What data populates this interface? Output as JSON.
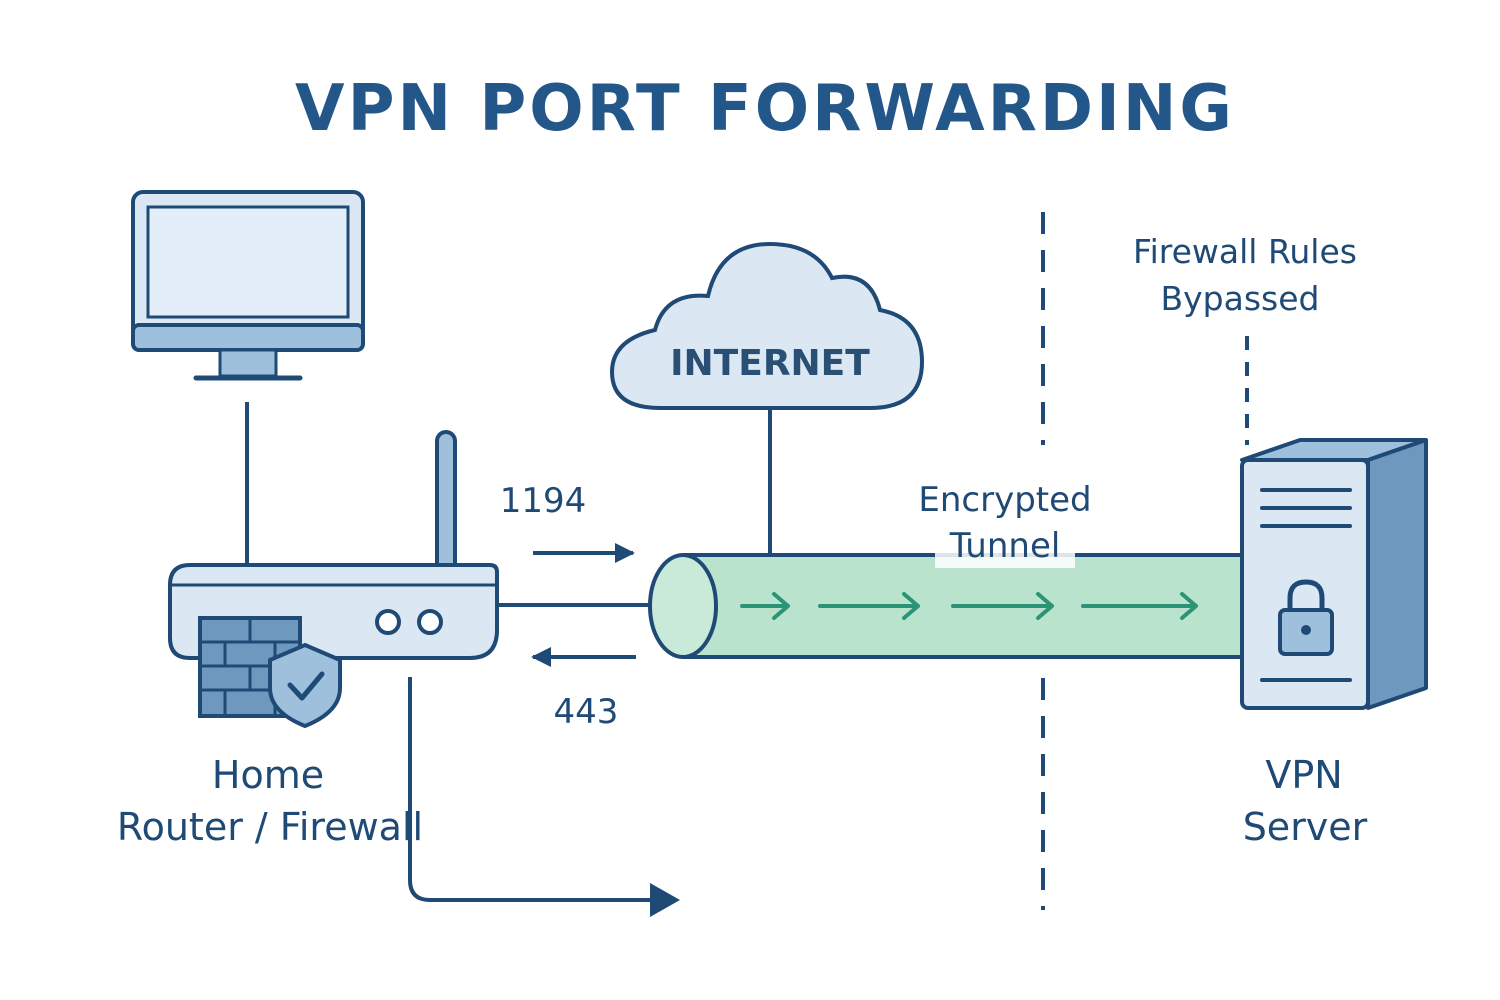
{
  "title": "VPN PORT FORWARDING",
  "router": {
    "label_line1": "Home",
    "label_line2": "Router / Firewall"
  },
  "cloud": {
    "label": "INTERNET"
  },
  "ports": {
    "outbound": "1194",
    "inbound": "443"
  },
  "tunnel": {
    "label_line1": "Encrypted",
    "label_line2": "Tunnel"
  },
  "firewall_note": {
    "line1": "Firewall Rules",
    "line2": "Bypassed"
  },
  "server": {
    "label_line1": "VPN",
    "label_line2": "Server"
  },
  "colors": {
    "outline": "#1f4a76",
    "device_fill": "#dbe8f4",
    "device_fill_dark": "#9ec0dd",
    "tunnel_fill": "#b9e3cd",
    "tunnel_arrow": "#2a9477",
    "title": "#23578a"
  },
  "icons": {
    "computer": "monitor-icon",
    "router": "router-icon",
    "firewall": "brick-wall-icon",
    "shield": "shield-check-icon",
    "cloud": "cloud-icon",
    "server": "server-icon",
    "lock": "padlock-icon"
  }
}
